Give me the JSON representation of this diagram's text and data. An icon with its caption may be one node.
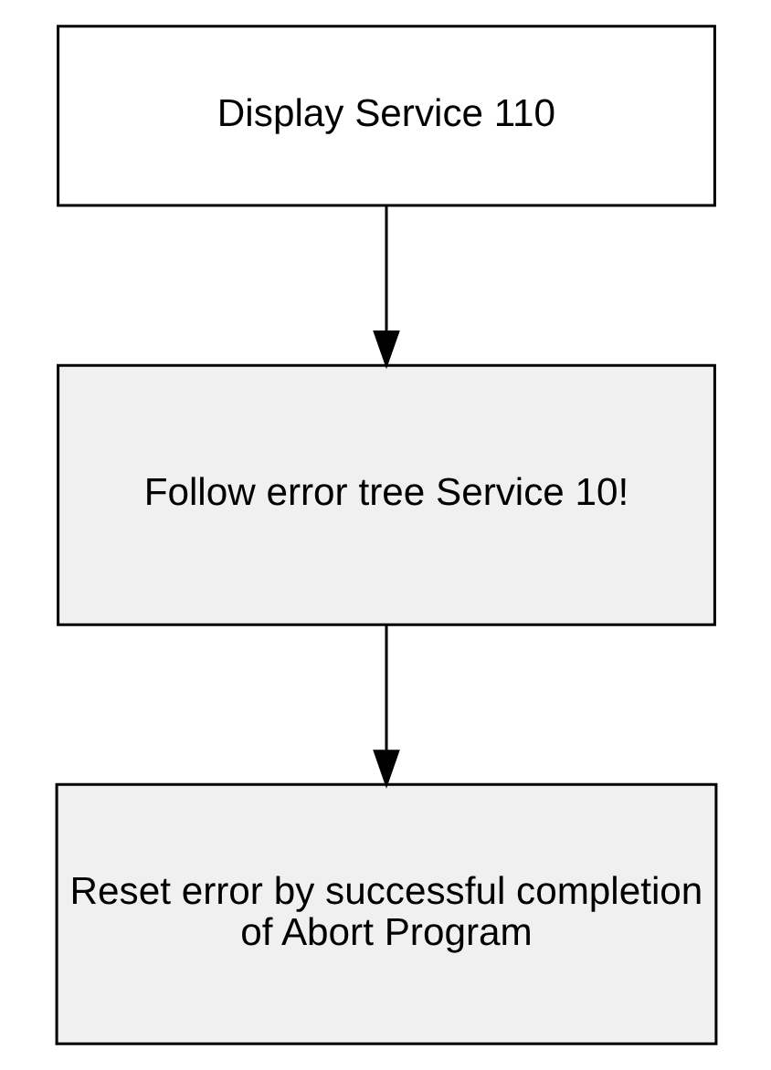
{
  "diagram": {
    "nodes": [
      {
        "text": [
          "Display Service 110"
        ]
      },
      {
        "text": [
          "Follow error tree Service 10!"
        ]
      },
      {
        "text": [
          "Reset error by successful completion of Abort Program"
        ]
      }
    ],
    "edges": [
      {
        "from": 0,
        "to": 1,
        "arrow": "to"
      },
      {
        "from": 1,
        "to": 2,
        "arrow": "to"
      }
    ]
  }
}
